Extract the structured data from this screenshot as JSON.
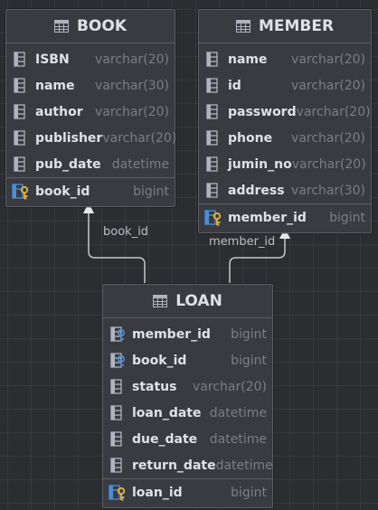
{
  "tables": {
    "book": {
      "title": "BOOK",
      "columns": [
        {
          "name": "ISBN",
          "type": "varchar(20)",
          "icon": "column-icon"
        },
        {
          "name": "name",
          "type": "varchar(30)",
          "icon": "column-icon"
        },
        {
          "name": "author",
          "type": "varchar(20)",
          "icon": "column-icon"
        },
        {
          "name": "publisher",
          "type": "varchar(20)",
          "icon": "column-icon"
        },
        {
          "name": "pub_date",
          "type": "datetime",
          "icon": "column-icon"
        }
      ],
      "keys": [
        {
          "name": "book_id",
          "type": "bigint",
          "icon": "primary-key-icon"
        }
      ]
    },
    "member": {
      "title": "MEMBER",
      "columns": [
        {
          "name": "name",
          "type": "varchar(20)",
          "icon": "column-icon"
        },
        {
          "name": "id",
          "type": "varchar(20)",
          "icon": "column-icon"
        },
        {
          "name": "password",
          "type": "varchar(20)",
          "icon": "column-icon"
        },
        {
          "name": "phone",
          "type": "varchar(20)",
          "icon": "column-icon"
        },
        {
          "name": "jumin_no",
          "type": "varchar(20)",
          "icon": "column-icon"
        },
        {
          "name": "address",
          "type": "varchar(30)",
          "icon": "column-icon"
        }
      ],
      "keys": [
        {
          "name": "member_id",
          "type": "bigint",
          "icon": "primary-key-icon"
        }
      ]
    },
    "loan": {
      "title": "LOAN",
      "columns": [
        {
          "name": "member_id",
          "type": "bigint",
          "icon": "foreign-key-column-icon"
        },
        {
          "name": "book_id",
          "type": "bigint",
          "icon": "foreign-key-column-icon"
        },
        {
          "name": "status",
          "type": "varchar(20)",
          "icon": "column-icon"
        },
        {
          "name": "loan_date",
          "type": "datetime",
          "icon": "column-icon"
        },
        {
          "name": "due_date",
          "type": "datetime",
          "icon": "column-icon"
        },
        {
          "name": "return_date",
          "type": "datetime",
          "icon": "column-icon"
        }
      ],
      "keys": [
        {
          "name": "loan_id",
          "type": "bigint",
          "icon": "primary-key-icon"
        }
      ]
    }
  },
  "relations": [
    {
      "from": "LOAN",
      "to": "BOOK",
      "label": "book_id"
    },
    {
      "from": "LOAN",
      "to": "MEMBER",
      "label": "member_id"
    }
  ],
  "colors": {
    "background": "#2b2d30",
    "table_bg": "#393b40",
    "border": "#5b5e63",
    "text": "#dfe1e5",
    "type_text": "#7a7e85",
    "icon": "#aeb3bd",
    "key_gold": "#e3b341",
    "fk_blue": "#4a8fd6",
    "link_line": "#c8c8c8"
  }
}
